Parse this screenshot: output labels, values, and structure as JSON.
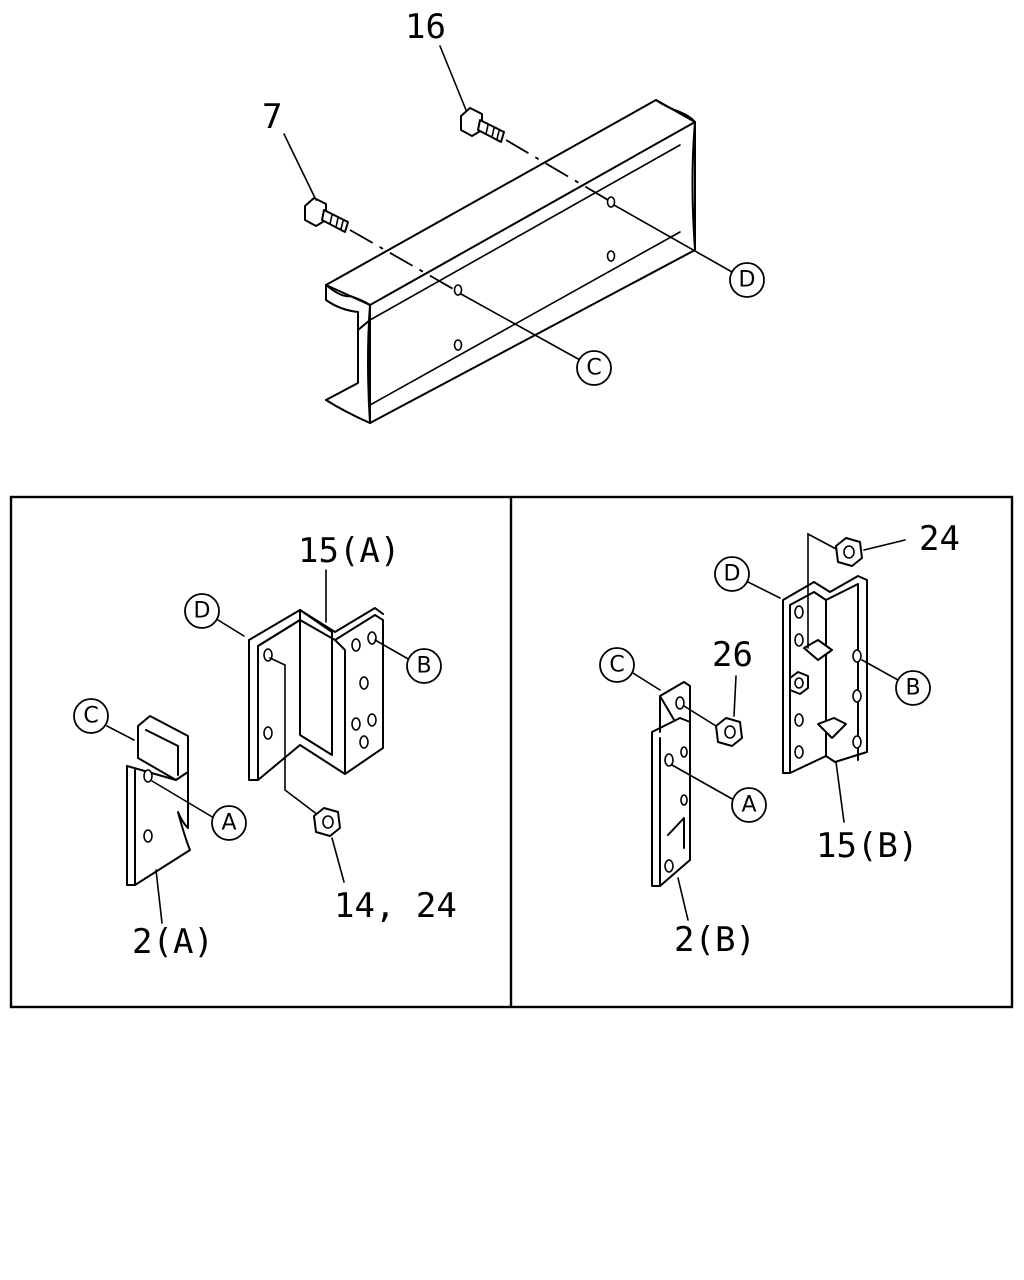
{
  "top_view": {
    "part_numbers": {
      "bolt_left": "7",
      "bolt_right": "16"
    },
    "refs": {
      "hole_c": "C",
      "hole_d": "D"
    }
  },
  "panel_left": {
    "refs": {
      "c": "C",
      "d": "D",
      "a": "A",
      "b": "B"
    },
    "labels": {
      "bracket_upper": "15(A)",
      "bracket_lower": "2(A)",
      "nut": "14, 24"
    }
  },
  "panel_right": {
    "refs": {
      "c": "C",
      "d": "D",
      "a": "A",
      "b": "B"
    },
    "labels": {
      "bracket_upper": "15(B)",
      "bracket_lower": "2(B)",
      "nut_small": "26",
      "nut_top": "24"
    }
  }
}
